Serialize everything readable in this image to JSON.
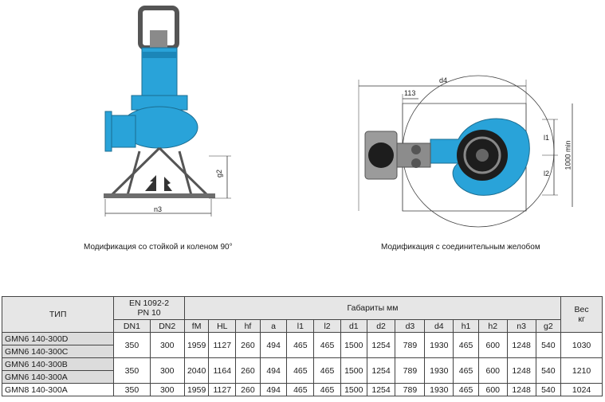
{
  "captions": {
    "left": "Модификация со стойкой и коленом 90°",
    "right": "Модификация с соединительным желобом"
  },
  "dim_labels": {
    "g2": "g2",
    "n3": "n3",
    "d4": "d4",
    "d113": "113",
    "l1": "l1",
    "l2": "l2",
    "min": "1000 min"
  },
  "table": {
    "type_header": "ТИП",
    "standard_header": "EN 1092-2\nPN 10",
    "dims_header": "Габариты   мм",
    "weight_header": "Вес\nкг",
    "columns": [
      "DN1",
      "DN2",
      "fM",
      "HL",
      "hf",
      "a",
      "l1",
      "l2",
      "d1",
      "d2",
      "d3",
      "d4",
      "h1",
      "h2",
      "n3",
      "g2"
    ],
    "groups": [
      {
        "types": [
          "GMN6 140-300D",
          "GMN6 140-300C"
        ],
        "values": [
          "350",
          "300",
          "1959",
          "1127",
          "260",
          "494",
          "465",
          "465",
          "1500",
          "1254",
          "789",
          "1930",
          "465",
          "600",
          "1248",
          "540"
        ],
        "weight": "1030"
      },
      {
        "types": [
          "GMN6 140-300B",
          "GMN6 140-300A"
        ],
        "values": [
          "350",
          "300",
          "2040",
          "1164",
          "260",
          "494",
          "465",
          "465",
          "1500",
          "1254",
          "789",
          "1930",
          "465",
          "600",
          "1248",
          "540"
        ],
        "weight": "1210"
      },
      {
        "types": [
          "GMN8 140-300A"
        ],
        "values": [
          "350",
          "300",
          "1959",
          "1127",
          "260",
          "494",
          "465",
          "465",
          "1500",
          "1254",
          "789",
          "1930",
          "465",
          "600",
          "1248",
          "540"
        ],
        "weight": "1024"
      }
    ]
  }
}
